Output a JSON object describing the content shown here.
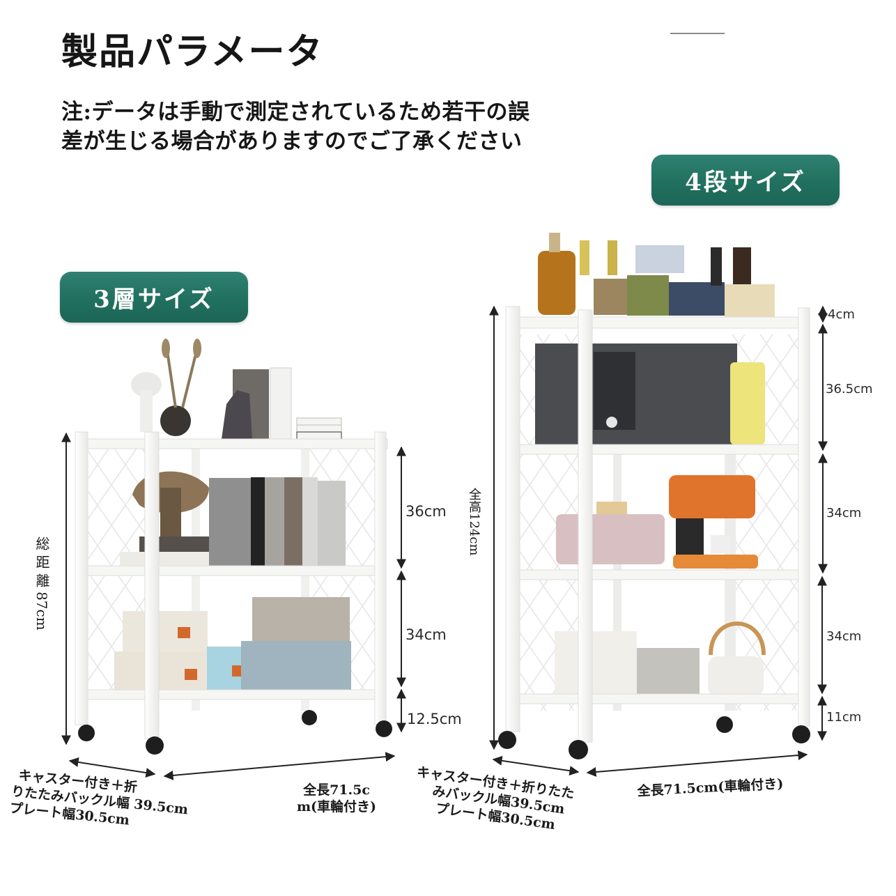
{
  "header": {
    "title": "製品パラメータ",
    "note_line1": "注:データは手動で測定されているため若干の誤",
    "note_line2": "差が生じる場合がありますのでご了承ください"
  },
  "badges": {
    "four_tier": "4段サイズ",
    "three_tier": "3層サイズ"
  },
  "three_tier": {
    "total_height_label": "総 距 離 87cm",
    "segments": [
      "36cm",
      "34cm",
      "12.5cm"
    ],
    "width_label_line1": "キャスター付き＋折",
    "width_label_line2": "りたたみバックル幅 39.5cm",
    "width_label_line3": "プレート幅30.5cm",
    "length_label_line1": "全長71.5c",
    "length_label_line2": "m(車輪付き)"
  },
  "four_tier": {
    "total_height_label": "全高124cm",
    "segments": [
      "4cm",
      "36.5cm",
      "34cm",
      "34cm",
      "11cm"
    ],
    "width_label_line1": "キャスター付き＋折りたた",
    "width_label_line2": "みバックル幅39.5cm",
    "width_label_line3": "プレート幅30.5cm",
    "length_label": "全長71.5cm(車輪付き)"
  },
  "colors": {
    "badge_green": "#22705f",
    "frame_white": "#f4f4f2",
    "text_dark": "#161616"
  }
}
